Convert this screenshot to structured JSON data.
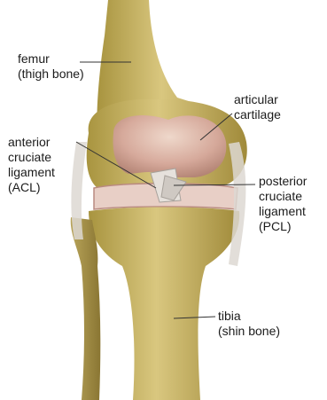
{
  "diagram": {
    "colors": {
      "bone": "#c9b56e",
      "bone_shadow": "#9c8a45",
      "cartilage": "#d8aaa0",
      "ligament": "#d9d4cf",
      "leader_line": "#333333"
    },
    "labels": {
      "femur": {
        "line1": "femur",
        "line2": "(thigh bone)"
      },
      "articular_cartilage": {
        "line1": "articular",
        "line2": "cartilage"
      },
      "acl": {
        "line1": "anterior",
        "line2": "cruciate",
        "line3": "ligament",
        "line4": "(ACL)"
      },
      "pcl": {
        "line1": "posterior",
        "line2": "cruciate",
        "line3": "ligament",
        "line4": "(PCL)"
      },
      "tibia": {
        "line1": "tibia",
        "line2": "(shin bone)"
      }
    }
  }
}
